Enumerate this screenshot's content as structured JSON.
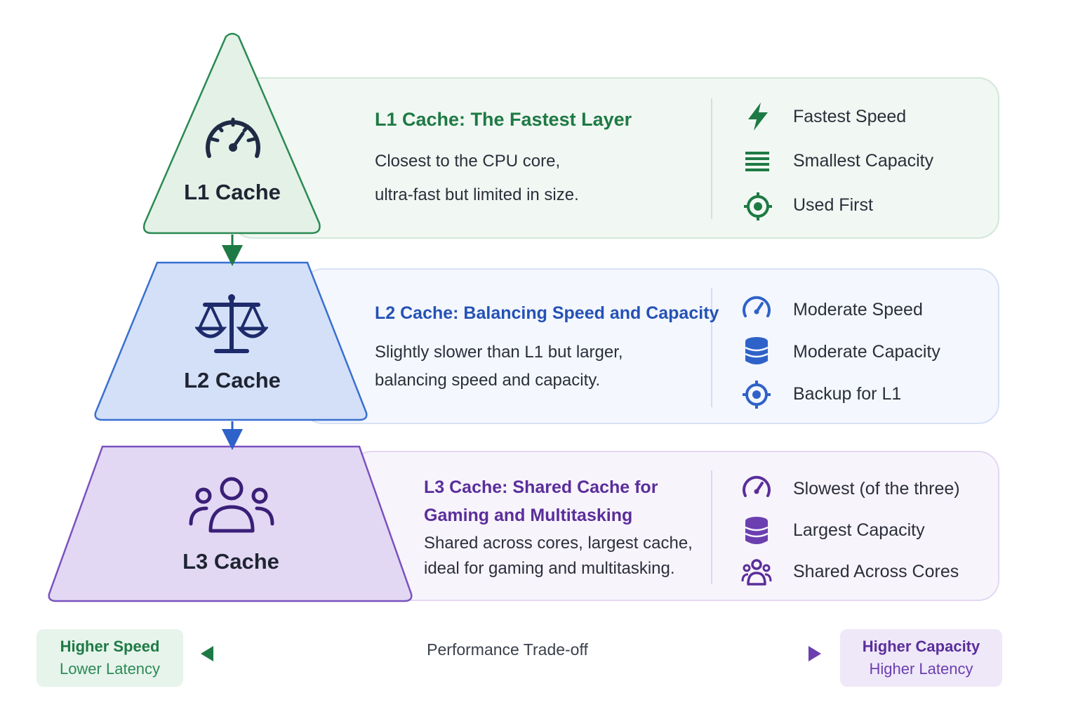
{
  "colors": {
    "l1_accent": "#1e7a44",
    "l2_accent": "#2452b5",
    "l3_accent": "#5a2e9a"
  },
  "levels": [
    {
      "shape_label": "L1 Cache",
      "shape_icon": "speedometer-icon",
      "title_lines": [
        "L1 Cache: The Fastest Layer"
      ],
      "description_lines": [
        "Closest to the CPU core,",
        "ultra-fast but limited in size."
      ],
      "features": [
        {
          "icon": "lightning-bolt-icon",
          "label": "Fastest Speed"
        },
        {
          "icon": "stacked-lines-icon",
          "label": "Smallest Capacity"
        },
        {
          "icon": "target-icon",
          "label": "Used First"
        }
      ]
    },
    {
      "shape_label": "L2 Cache",
      "shape_icon": "balance-scale-icon",
      "title_lines": [
        "L2 Cache: Balancing Speed and Capacity"
      ],
      "description_lines": [
        "Slightly slower than L1 but larger,",
        "balancing speed and capacity."
      ],
      "features": [
        {
          "icon": "speedometer-icon",
          "label": "Moderate Speed"
        },
        {
          "icon": "database-icon",
          "label": "Moderate Capacity"
        },
        {
          "icon": "target-icon",
          "label": "Backup for L1"
        }
      ]
    },
    {
      "shape_label": "L3 Cache",
      "shape_icon": "people-group-icon",
      "title_lines": [
        "L3 Cache: Shared Cache for",
        "Gaming and Multitasking"
      ],
      "description_lines": [
        "Shared across cores, largest cache,",
        "ideal for gaming and multitasking."
      ],
      "features": [
        {
          "icon": "speedometer-icon",
          "label": "Slowest (of the three)"
        },
        {
          "icon": "database-icon",
          "label": "Largest Capacity"
        },
        {
          "icon": "people-group-icon",
          "label": "Shared Across Cores"
        }
      ]
    }
  ],
  "tradeoff": {
    "label": "Performance Trade-off",
    "left_badge": {
      "line1": "Higher Speed",
      "line2": "Lower Latency"
    },
    "right_badge": {
      "line1": "Higher Capacity",
      "line2": "Higher Latency"
    }
  }
}
